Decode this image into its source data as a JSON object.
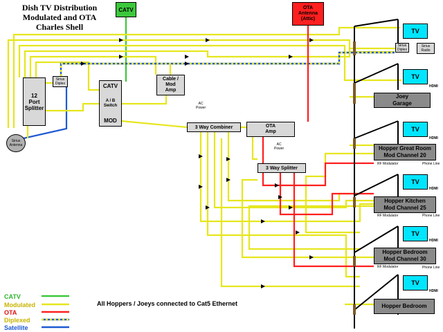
{
  "title": {
    "line1": "Dish TV Distribution",
    "line2": "Modulated and OTA",
    "line3": "Charles Shell"
  },
  "colors": {
    "catv": "#3cc83c",
    "modulated": "#e6e61e",
    "ota": "#ff1f1f",
    "diplexed": "#2e8b57",
    "satellite": "#1e5ad2",
    "tv": "#00e5ff",
    "equipment": "#d8d8d8",
    "receiver": "#8a8a8a"
  },
  "sources": {
    "catv": "CATV",
    "ota_line1": "OTA",
    "ota_line2": "Antenna",
    "ota_line3": "(Attic)"
  },
  "equipment": {
    "splitter12_line1": "12",
    "splitter12_line2": "Port",
    "splitter12_line3": "Splitter",
    "sirius_diplex_left_line1": "Sirius",
    "sirius_diplex_left_line2": "Diplex",
    "sirius_antenna_line1": "Sirius",
    "sirius_antenna_line2": "Antenna",
    "catv_switch_line1": "CATV",
    "catv_switch_line2": "A / B",
    "catv_switch_line3": "Switch",
    "catv_switch_line4": "MOD",
    "cable_mod_amp_line1": "Cable /  Mod",
    "cable_mod_amp_line2": "Amp",
    "ac_power": "AC",
    "ac_power2": "Power",
    "combiner": "3 Way Combiner",
    "ota_amp_line1": "OTA",
    "ota_amp_line2": "Amp",
    "splitter3": "3 Way Splitter",
    "sirius_diplex_right_line1": "Sirius",
    "sirius_diplex_right_line2": "Diplex",
    "sirius_radio_line1": "Sirius",
    "sirius_radio_line2": "Radio"
  },
  "rooms": [
    {
      "tv": "TV",
      "hdmi": "",
      "receiver_line1": "",
      "receiver_line2": "",
      "rf": "",
      "phone": ""
    },
    {
      "tv": "TV",
      "hdmi": "HDMI",
      "receiver_line1": "Joey",
      "receiver_line2": "Garage",
      "rf": "",
      "phone": ""
    },
    {
      "tv": "TV",
      "hdmi": "HDMI",
      "receiver_line1": "Hopper Great Room",
      "receiver_line2": "Mod Channel 20",
      "rf": "RF Modulator",
      "phone": "Phone Line"
    },
    {
      "tv": "TV",
      "hdmi": "HDMI",
      "receiver_line1": "Hopper Kitchen",
      "receiver_line2": "Mod Channel 25",
      "rf": "RF Modulator",
      "phone": "Phone Line"
    },
    {
      "tv": "TV",
      "hdmi": "HDMI",
      "receiver_line1": "Hopper Bedroom",
      "receiver_line2": "Mod Channel 30",
      "rf": "RF Modulator",
      "phone": "Phone Line"
    },
    {
      "tv": "TV",
      "hdmi": "HDMI",
      "receiver_line1": "Hopper Bedroom",
      "receiver_line2": "",
      "rf": "",
      "phone": ""
    }
  ],
  "legend": {
    "catv": "CATV",
    "modulated": "Modulated",
    "ota": "OTA",
    "diplexed": "Diplexed",
    "satellite": "Satellite"
  },
  "caption": "All Hoppers / Joeys connected to Cat5 Ethernet"
}
